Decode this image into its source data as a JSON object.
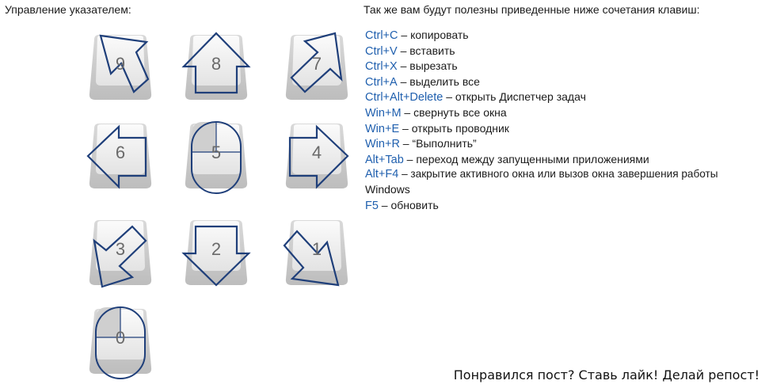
{
  "left_title": "Управление указателем:",
  "right_title": "Так же вам будут полезны приведенные ниже сочетания клавиш:",
  "keys": {
    "k9": "9",
    "k8": "8",
    "k7": "7",
    "k6": "6",
    "k5": "5",
    "k4": "4",
    "k3": "3",
    "k2": "2",
    "k1": "1",
    "k0": "0"
  },
  "shortcuts": [
    {
      "keys": "Ctrl+C",
      "desc": " – копировать"
    },
    {
      "keys": "Ctrl+V",
      "desc": " – вставить"
    },
    {
      "keys": "Ctrl+X",
      "desc": " – вырезать"
    },
    {
      "keys": "Ctrl+A",
      "desc": " – выделить все"
    },
    {
      "keys": "Ctrl+Alt+Delete",
      "desc": " – открыть Диспетчер задач"
    },
    {
      "keys": "Win+M",
      "desc": " – свернуть все окна"
    },
    {
      "keys": "Win+E",
      "desc": " – открыть проводник"
    },
    {
      "keys": "Win+R",
      "desc": " – “Выполнить”"
    },
    {
      "keys": "Alt+Tab",
      "desc": " – переход между запущенными приложениями"
    },
    {
      "keys": "Alt+F4",
      "desc": " – закрытие активного окна или вызов окна завершения работы"
    },
    {
      "keys": "",
      "desc": "Windows"
    },
    {
      "keys": "F5",
      "desc": " – обновить"
    }
  ],
  "footer": "Понравился пост? Ставь лайк! Делай репост!",
  "colors": {
    "arrow_stroke": "#1f3f7a",
    "shortcut_keys": "#1f5fae",
    "keycap_face": "#eeeeee"
  }
}
